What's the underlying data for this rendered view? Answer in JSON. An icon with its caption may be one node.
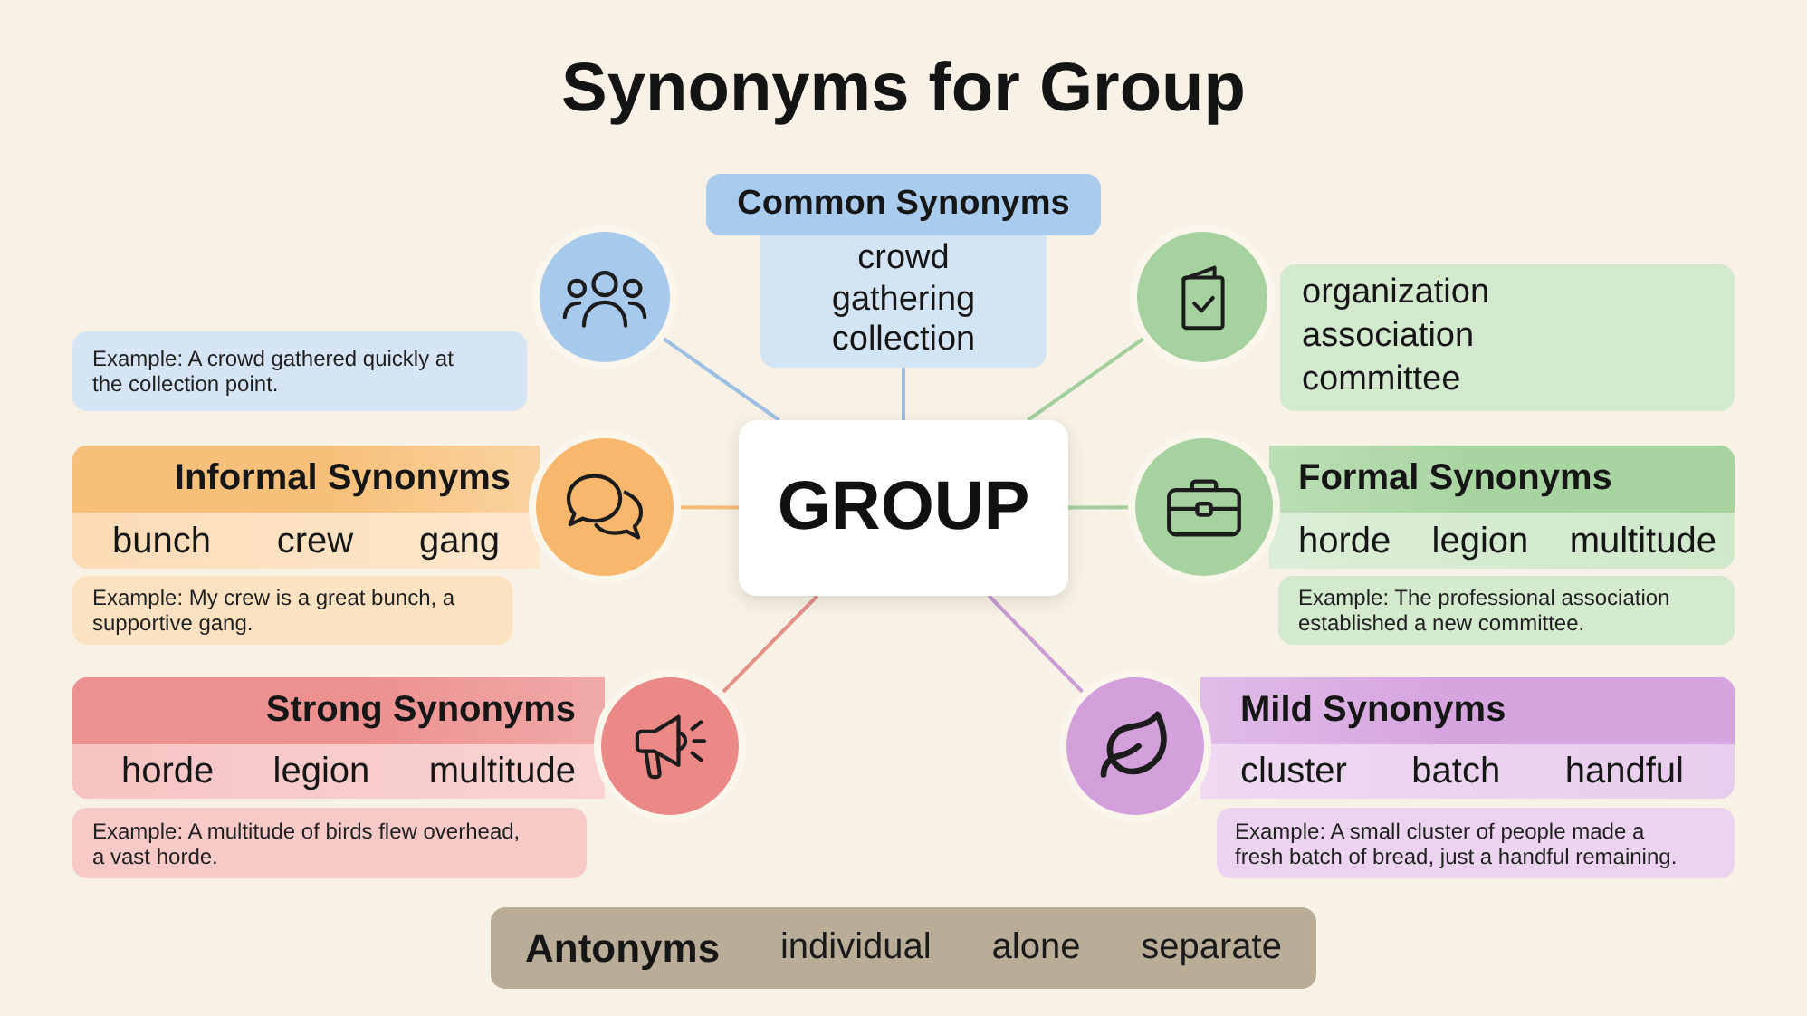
{
  "diagram": {
    "title": "Synonyms for Group",
    "nodes": [
      {
        "text": [
          "Common Synonyms",
          "crowd",
          "gathering",
          "collection"
        ]
      },
      {
        "text": [],
        "shape": "circle"
      },
      {
        "text": [],
        "shape": "circle"
      },
      {
        "text": [
          "organization",
          "association",
          "committee"
        ]
      },
      {
        "text": [
          "Example: A crowd gathered quickly at the collection point."
        ]
      },
      {
        "text": [
          "Informal Synonyms",
          "bunch",
          "crew",
          "gang"
        ]
      },
      {
        "text": [],
        "shape": "circle"
      },
      {
        "text": [
          "GROUP"
        ]
      },
      {
        "text": [],
        "shape": "circle"
      },
      {
        "text": [
          "Formal Synonyms",
          "horde",
          "legion",
          "multitude"
        ]
      },
      {
        "text": [
          "Example: My crew is a great bunch, a supportive gang."
        ]
      },
      {
        "text": [
          "Example: The professional association established a new committee."
        ]
      },
      {
        "text": [
          "Strong Synonyms",
          "horde",
          "legion",
          "multitude"
        ]
      },
      {
        "text": [],
        "shape": "circle"
      },
      {
        "text": [],
        "shape": "circle"
      },
      {
        "text": [
          "Mild Synonyms",
          "cluster",
          "batch",
          "handful"
        ]
      },
      {
        "text": [
          "Example: A multitude of birds flew overhead, a vast horde."
        ]
      },
      {
        "text": [
          "Example: A small cluster of people made a fresh batch of bread, just a handful remaining."
        ]
      },
      {
        "text": [
          "Antonyms",
          "individual",
          "alone",
          "separate"
        ]
      }
    ],
    "edges": [
      {
        "from": 7,
        "to": 1,
        "arrow": "none",
        "color": "#9dbfe2"
      },
      {
        "from": 7,
        "to": 0,
        "arrow": "none",
        "color": "#9dbfe2"
      },
      {
        "from": 7,
        "to": 2,
        "arrow": "none",
        "color": "#a3cf9d"
      },
      {
        "from": 7,
        "to": 6,
        "arrow": "none",
        "color": "#f3bd7c"
      },
      {
        "from": 7,
        "to": 8,
        "arrow": "none",
        "color": "#a3cf9d"
      },
      {
        "from": 7,
        "to": 13,
        "arrow": "none",
        "color": "#e2918b"
      },
      {
        "from": 7,
        "to": 14,
        "arrow": "none",
        "color": "#c89bd3"
      }
    ]
  }
}
